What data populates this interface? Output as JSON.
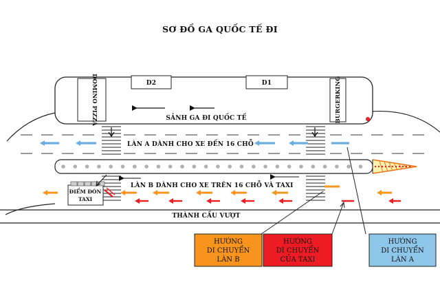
{
  "title": "SƠ ĐỒ GA QUỐC TẾ ĐI",
  "terminal": {
    "gate_d2": "D2",
    "gate_d1": "D1",
    "domino": "DOMINO PIZZA",
    "burgerking": "BURGERKING",
    "hall": "SẢNH GA ĐI QUỐC TẾ"
  },
  "lanes": {
    "lane_a": "LÀN A DÀNH CHO XE ĐẾN 16 CHỖ",
    "lane_b": "LÀN B DÀNH CHO XE TRÊN 16 CHỖ VÀ TAXI",
    "railing": "THÀNH CẦU VƯỢT"
  },
  "taxi_stop": {
    "line1": "ĐIỂM ĐÓN",
    "line2": "TAXI"
  },
  "legend": [
    {
      "line1": "HƯỚNG",
      "line2": "DI CHUYỂN",
      "line3": "LÀN B",
      "color": "#f7941d"
    },
    {
      "line1": "HƯỚNG",
      "line2": "DI CHUYỂN",
      "line3": "CỦA TAXI",
      "color": "#ed1c24"
    },
    {
      "line1": "HƯỚNG",
      "line2": "DI CHUYỂN",
      "line3": "LÀN A",
      "color": "#8ec6ea"
    }
  ],
  "colors": {
    "lane_a_arrow": "#6aaee0",
    "lane_b_arrow": "#f7941d",
    "taxi_arrow": "#ed1c24",
    "median_dot": "#b0b0b0",
    "cone_fill": "#fff3b0",
    "cone_stroke": "#e8731a"
  }
}
